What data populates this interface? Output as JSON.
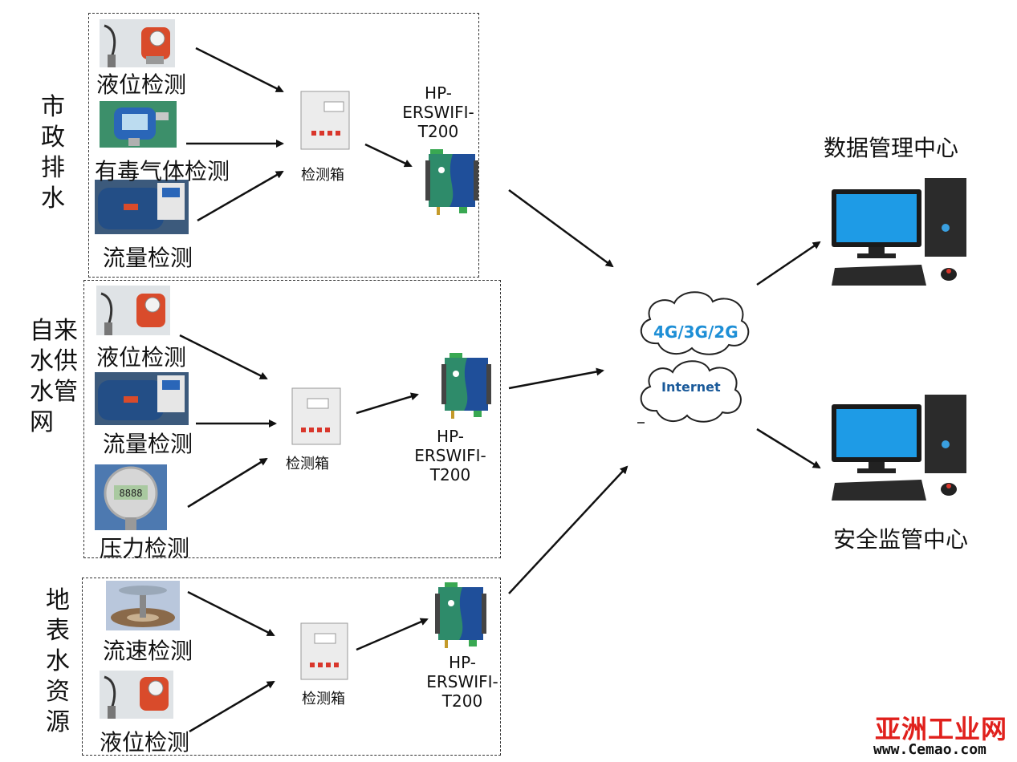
{
  "groups": [
    {
      "title_chars": [
        "市",
        "政",
        "排",
        "水"
      ],
      "sensors": [
        "液位检测",
        "有毒气体检测",
        "流量检测"
      ],
      "box_label": "检测箱",
      "device": [
        "HP-",
        "ERSWIFI-",
        "T200"
      ]
    },
    {
      "title_chars": [
        "自",
        "来",
        "水",
        "供",
        "水",
        "管",
        "网"
      ],
      "sensors": [
        "液位检测",
        "流量检测",
        "压力检测"
      ],
      "box_label": "检测箱",
      "device": [
        "HP-",
        "ERSWIFI-",
        "T200"
      ]
    },
    {
      "title_chars": [
        "地",
        "表",
        "水",
        "资",
        "源"
      ],
      "sensors": [
        "流速检测",
        "液位检测"
      ],
      "box_label": "检测箱",
      "device": [
        "HP-",
        "ERSWIFI-",
        "T200"
      ]
    }
  ],
  "cloud": {
    "top_label": "4G/3G/2G",
    "bottom_label": "Internet"
  },
  "centers": {
    "data_center": "数据管理中心",
    "security_center": "安全监管中心"
  },
  "watermark": {
    "main": "亚洲工业网",
    "sub": "www.Cemao.com"
  },
  "colors": {
    "cloud_text_top": "#1e8fd6",
    "cloud_text_bottom": "#1a5a9a",
    "watermark": "#e0201c",
    "device_green": "#2e8b6a",
    "device_blue": "#1f4f9a"
  }
}
